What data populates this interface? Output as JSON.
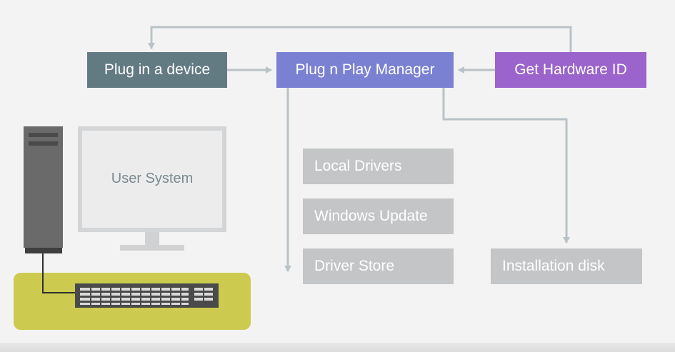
{
  "diagram": {
    "plug_device": "Plug in a device",
    "pnp_manager": "Plug n Play Manager",
    "hardware_id": "Get Hardware ID",
    "local_drivers": "Local Drivers",
    "windows_update": "Windows Update",
    "driver_store": "Driver Store",
    "installation_disk": "Installation disk",
    "user_system": "User System"
  },
  "colors": {
    "plug_device": "#627a82",
    "pnp_manager": "#7a81d2",
    "hardware_id": "#9b63cc",
    "source_box": "#c4c5c6",
    "connector": "#b9c2c6",
    "desk": "#cdcb4f"
  }
}
